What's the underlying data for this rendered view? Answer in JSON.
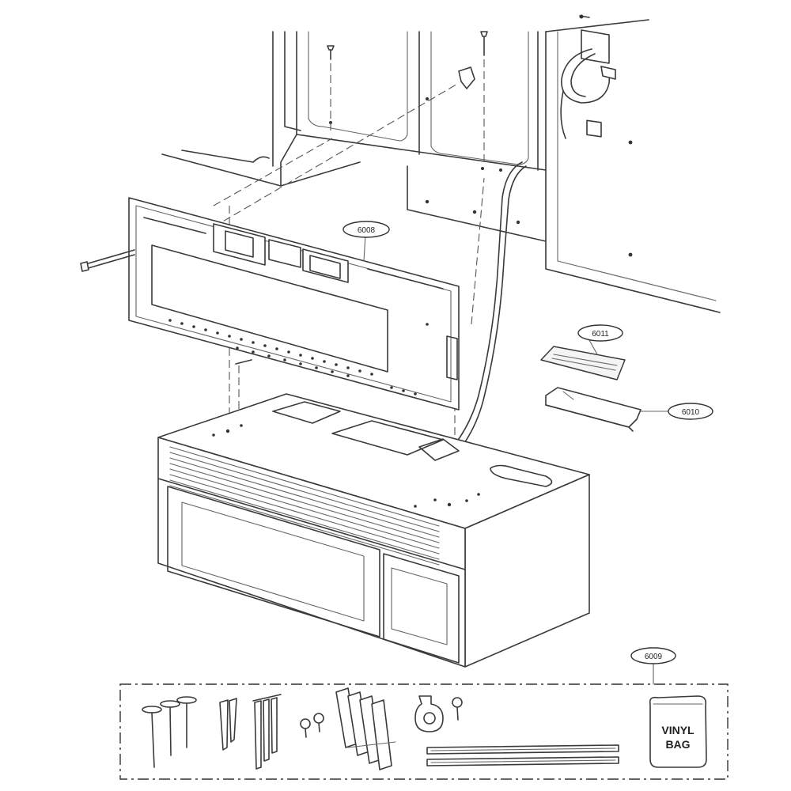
{
  "callouts": {
    "mounting_plate": "6008",
    "hardware_kit": "6009",
    "exhaust_adapter": "6010",
    "damper": "6011"
  },
  "hardware_kit": {
    "bag_label_line1": "VINYL",
    "bag_label_line2": "BAG"
  }
}
